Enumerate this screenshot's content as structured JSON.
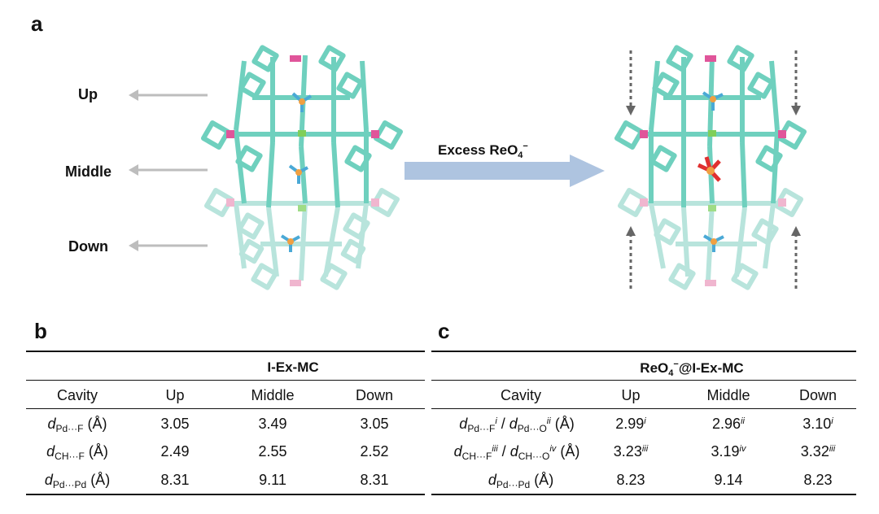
{
  "panels": {
    "a": "a",
    "b": "b",
    "c": "c"
  },
  "figure_a": {
    "levels": [
      "Up",
      "Middle",
      "Down"
    ],
    "arrow_label": "Excess ReO",
    "arrow_label_sub": "4",
    "arrow_label_sup": "−"
  },
  "table_b": {
    "title": "I-Ex-MC",
    "headers": [
      "Cavity",
      "Up",
      "Middle",
      "Down"
    ],
    "row_labels": {
      "r1": {
        "var": "d",
        "sub": "Pd···F",
        "unit": "(Å)"
      },
      "r2": {
        "var": "d",
        "sub": "CH···F",
        "unit": "(Å)"
      },
      "r3": {
        "var": "d",
        "sub": "Pd···Pd",
        "unit": "(Å)"
      }
    },
    "rows": [
      [
        "3.05",
        "3.49",
        "3.05"
      ],
      [
        "2.49",
        "2.55",
        "2.52"
      ],
      [
        "8.31",
        "9.11",
        "8.31"
      ]
    ]
  },
  "table_c": {
    "title_pre": "ReO",
    "title_sub": "4",
    "title_sup": "−",
    "title_post": "@I-Ex-MC",
    "headers": [
      "Cavity",
      "Up",
      "Middle",
      "Down"
    ],
    "row_labels": {
      "r1": {
        "var1": "d",
        "sub1": "Pd···F",
        "sup1": "i",
        "sep": " / ",
        "var2": "d",
        "sub2": "Pd···O",
        "sup2": "ii",
        "unit": "(Å)"
      },
      "r2": {
        "var1": "d",
        "sub1": "CH···F",
        "sup1": "iii",
        "sep": " / ",
        "var2": "d",
        "sub2": "CH···O",
        "sup2": "iv",
        "unit": "(Å)"
      },
      "r3": {
        "var": "d",
        "sub": "Pd···Pd",
        "unit": "(Å)"
      }
    },
    "rows": [
      [
        {
          "v": "2.99",
          "s": "i"
        },
        {
          "v": "2.96",
          "s": "ii"
        },
        {
          "v": "3.10",
          "s": "i"
        }
      ],
      [
        {
          "v": "3.23",
          "s": "iii"
        },
        {
          "v": "3.19",
          "s": "iv"
        },
        {
          "v": "3.32",
          "s": "iii"
        }
      ],
      [
        {
          "v": "8.23",
          "s": ""
        },
        {
          "v": "9.14",
          "s": ""
        },
        {
          "v": "8.23",
          "s": ""
        }
      ]
    ]
  },
  "colors": {
    "cage": "#6fd0be",
    "cage_faded": "#b8e4dc",
    "pd": "#e0559a",
    "pd_faded": "#f0b6cf",
    "anion_B": "#f0a042",
    "anion_F": "#4aa9d6",
    "anion_O": "#e03030",
    "big_arrow": "#aec4e0",
    "gray_arrow": "#bdbdbd",
    "dotted_arrow": "#666666"
  }
}
